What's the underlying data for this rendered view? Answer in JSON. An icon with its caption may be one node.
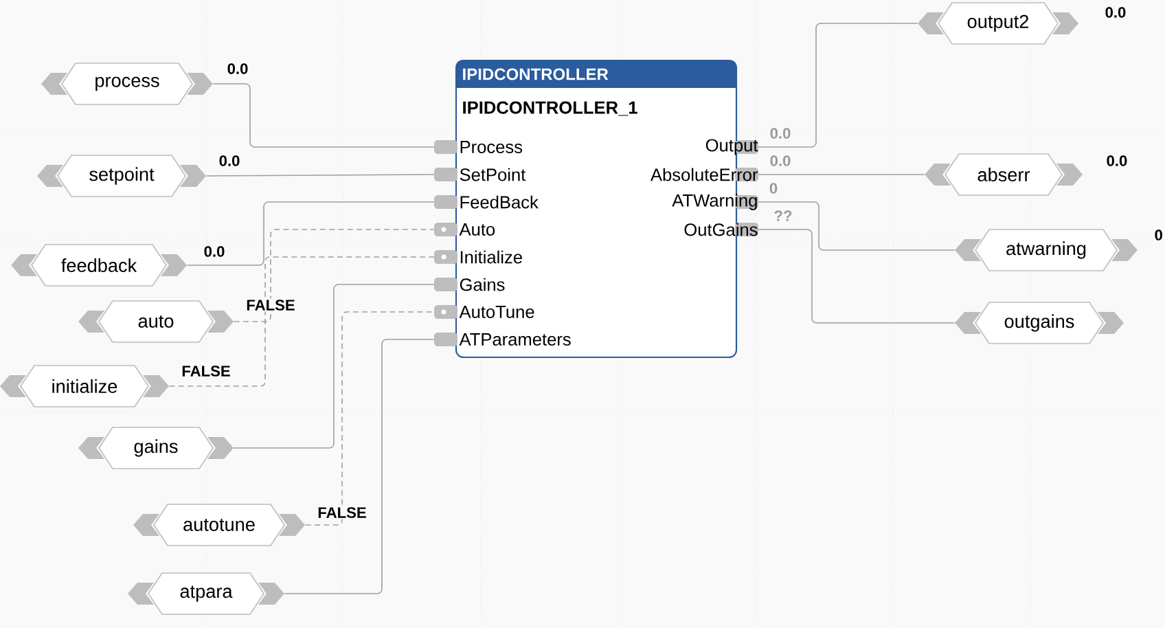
{
  "diagram": {
    "nodes": [
      {
        "text": [
          "IPIDCONTROLLER",
          "IPIDCONTROLLER_1"
        ]
      },
      {
        "text": [
          "Process"
        ]
      },
      {
        "text": [
          "SetPoint"
        ]
      },
      {
        "text": [
          "FeedBack"
        ]
      },
      {
        "text": [
          "Auto"
        ]
      },
      {
        "text": [
          "Initialize"
        ]
      },
      {
        "text": [
          "Gains"
        ]
      },
      {
        "text": [
          "AutoTune"
        ]
      },
      {
        "text": [
          "ATParameters"
        ]
      },
      {
        "text": [
          "Output"
        ]
      },
      {
        "text": [
          "AbsoluteError"
        ]
      },
      {
        "text": [
          "ATWarning"
        ]
      },
      {
        "text": [
          "OutGains"
        ]
      },
      {
        "text": [
          "process"
        ]
      },
      {
        "text": [
          "setpoint"
        ]
      },
      {
        "text": [
          "feedback"
        ]
      },
      {
        "text": [
          "auto"
        ]
      },
      {
        "text": [
          "initialize"
        ]
      },
      {
        "text": [
          "gains"
        ]
      },
      {
        "text": [
          "autotune"
        ]
      },
      {
        "text": [
          "atpara"
        ]
      },
      {
        "text": [
          "output2"
        ],
        "beside": [
          "0.0"
        ]
      },
      {
        "text": [
          "abserr"
        ],
        "beside": [
          "0.0"
        ]
      },
      {
        "text": [
          "atwarning"
        ],
        "beside": [
          "0"
        ]
      },
      {
        "text": [
          "outgains"
        ]
      }
    ],
    "edges": [
      {
        "from": 13,
        "to": 1,
        "arrow": "none",
        "label": "0.0"
      },
      {
        "from": 14,
        "to": 2,
        "arrow": "none",
        "label": "0.0"
      },
      {
        "from": 15,
        "to": 3,
        "arrow": "none",
        "label": "0.0"
      },
      {
        "from": 16,
        "to": 4,
        "arrow": "none",
        "label": "FALSE",
        "style": "dashed"
      },
      {
        "from": 17,
        "to": 5,
        "arrow": "none",
        "label": "FALSE",
        "style": "dashed"
      },
      {
        "from": 18,
        "to": 6,
        "arrow": "none"
      },
      {
        "from": 19,
        "to": 7,
        "arrow": "none",
        "label": "FALSE",
        "style": "dashed"
      },
      {
        "from": 20,
        "to": 8,
        "arrow": "none"
      },
      {
        "from": 9,
        "to": 21,
        "arrow": "none",
        "label": "0.0"
      },
      {
        "from": 10,
        "to": 22,
        "arrow": "none",
        "label": "0.0"
      },
      {
        "from": 11,
        "to": 23,
        "arrow": "none",
        "label": "0"
      },
      {
        "from": 12,
        "to": 24,
        "arrow": "none",
        "label": "??"
      }
    ]
  }
}
